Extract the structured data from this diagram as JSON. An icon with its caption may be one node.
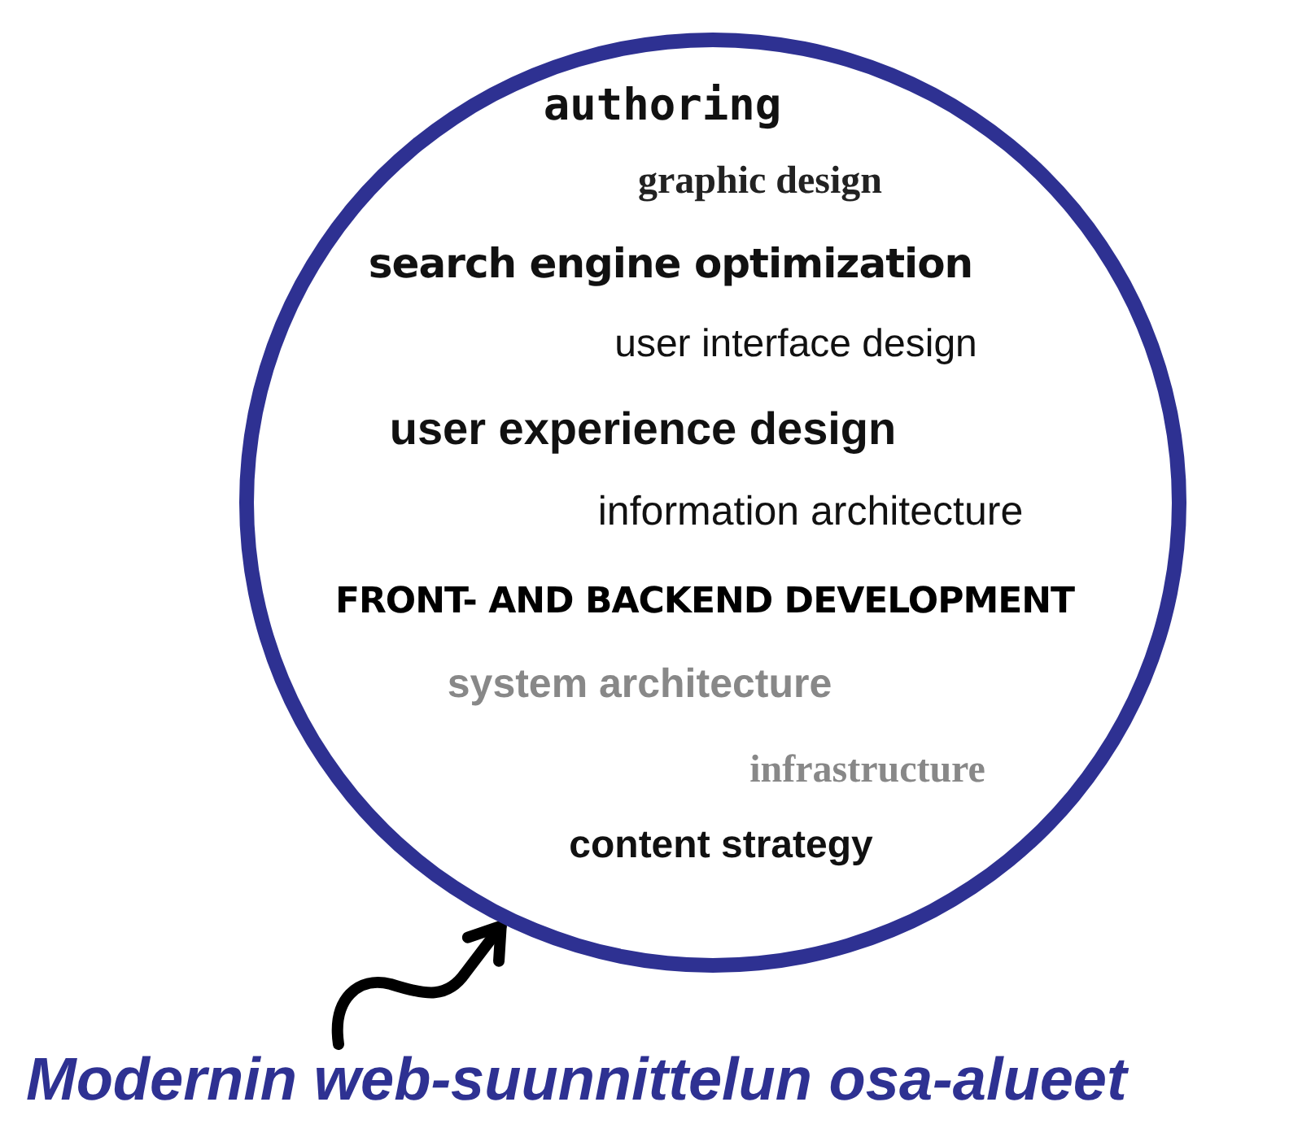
{
  "diagram": {
    "nodes": [
      {
        "text": [
          "authoring",
          "graphic design",
          "search engine optimization",
          "user interface design",
          "user experience design",
          "information architecture",
          "FRONT- AND BACKEND DEVELOPMENT",
          "system architecture",
          "infrastructure",
          "content strategy"
        ]
      },
      {
        "text": [
          "Modernin web-suunnittelun osa-alueet"
        ]
      }
    ],
    "edges": [
      {
        "from": 1,
        "to": 0,
        "arrow": "to"
      }
    ]
  }
}
